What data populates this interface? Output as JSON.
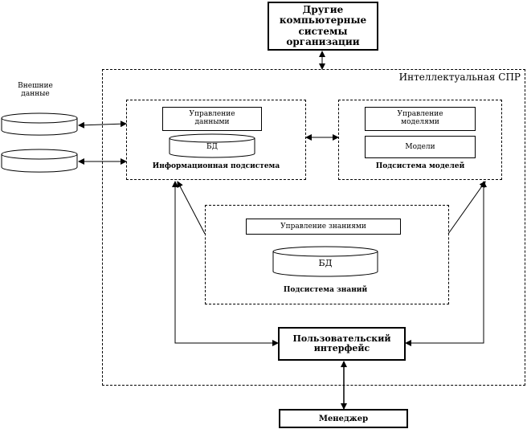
{
  "external_label": "Внешние\nданные",
  "other_systems": "Другие\nкомпьютерные\nсистемы\nорганизации",
  "intelligent_dss": "Интеллектуальная СПР",
  "info_subsystem": {
    "data_mgmt": "Управление\nданными",
    "db": "БД",
    "title": "Информационная подсистема"
  },
  "model_subsystem": {
    "model_mgmt": "Управление\nмоделями",
    "models": "Модели",
    "title": "Подсистема моделей"
  },
  "knowledge_subsystem": {
    "knowledge_mgmt": "Управление знаниями",
    "db": "БД",
    "title": "Подсистема знаний"
  },
  "user_interface": "Пользовательский\nинтерфейс",
  "manager": "Менеджер"
}
